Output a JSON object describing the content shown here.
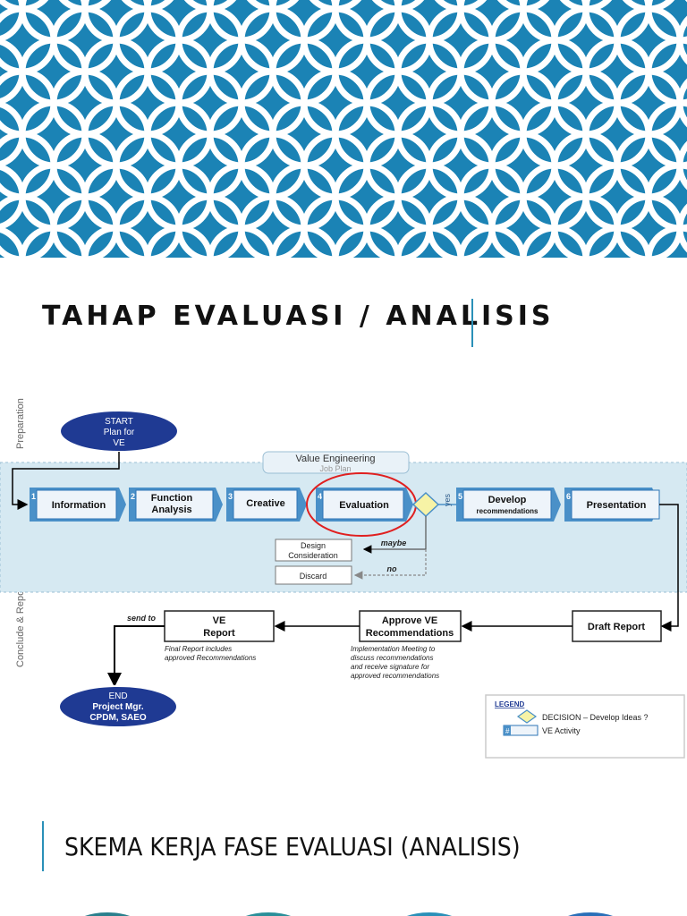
{
  "slide": {
    "title": "TAHAP EVALUASI / ANALISIS",
    "subtitle": "SKEMA KERJA FASE EVALUASI (ANALISIS)"
  },
  "colors": {
    "banner_bg": "#1b83b5",
    "accent": "#2a90b8",
    "band_fill": "#d6e9f2",
    "node_fill": "#2e75b6",
    "highlight": "#e02020",
    "decision_fill": "#f7f3a6"
  },
  "diagram": {
    "lanes": {
      "preparation": "Preparation",
      "conclude": "Conclude & Report"
    },
    "start": [
      "START",
      "Plan for",
      "VE"
    ],
    "end": [
      "END",
      "Project Mgr.",
      "CPDM, SAEO"
    ],
    "job_plan": {
      "title": "Value Engineering",
      "sub": "Job Plan"
    },
    "steps": [
      {
        "num": "1",
        "lines": [
          "Information"
        ]
      },
      {
        "num": "2",
        "lines": [
          "Function",
          "Analysis"
        ]
      },
      {
        "num": "3",
        "lines": [
          "Creative"
        ]
      },
      {
        "num": "4",
        "lines": [
          "Evaluation"
        ]
      },
      {
        "num": "5",
        "lines": [
          "Develop",
          "recommendations"
        ]
      },
      {
        "num": "6",
        "lines": [
          "Presentation"
        ]
      }
    ],
    "yes": "yes",
    "maybe": "maybe",
    "no": "no",
    "design": [
      "Design",
      "Consideration"
    ],
    "discard": "Discard",
    "draft_report": "Draft Report",
    "approve": [
      "Approve VE",
      "Recommendations"
    ],
    "approve_note": [
      "Implementation Meeting to",
      "discuss recommendations",
      "and receive signature for",
      "approved recommendations"
    ],
    "ve_report": [
      "VE",
      "Report"
    ],
    "report_note": [
      "Final Report includes",
      "approved Recommendations"
    ],
    "send_to": "send to",
    "legend": {
      "title": "LEGEND",
      "decision": "DECISION – Develop Ideas ?",
      "activity_num": "#",
      "activity": "VE Activity"
    }
  }
}
